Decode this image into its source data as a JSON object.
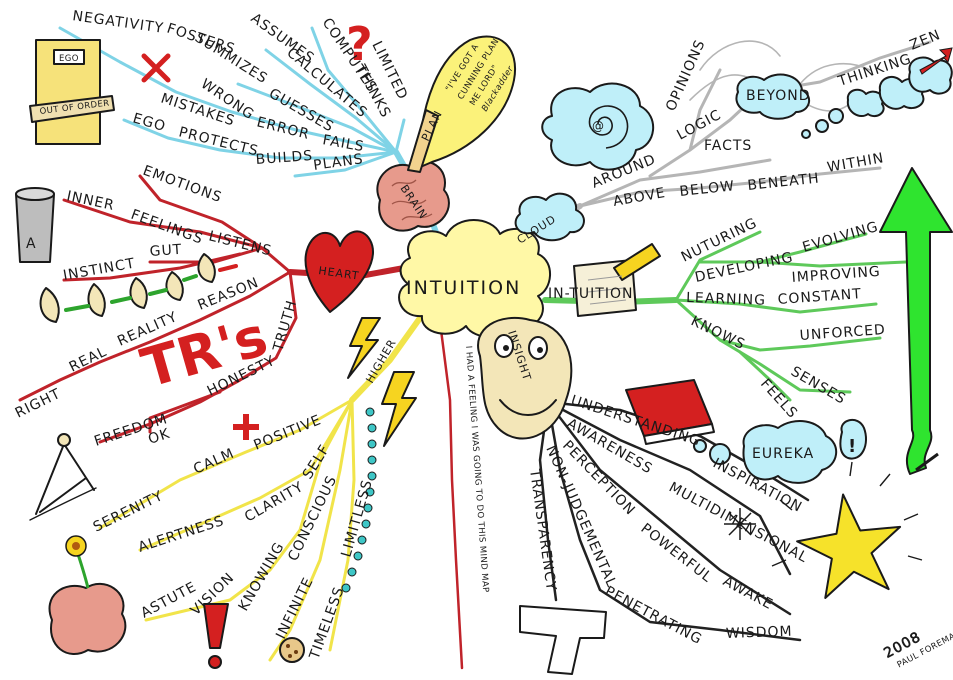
{
  "center": {
    "label": "INTUITION"
  },
  "colors": {
    "brain": "#7fd3e6",
    "heart": "#c0232a",
    "higher": "#f1e44a",
    "insight": "#222222",
    "in_tuition": "#5ec95a",
    "cloud": "#b5b5b5",
    "blob": "#fff8a6",
    "bubble": "#bfeff9"
  },
  "branches": {
    "brain": {
      "label": "BRAIN",
      "plan_label": "PLAN",
      "items": [
        "NEGATIVITY",
        "FOSTERS",
        "SUMMIZES",
        "ASSUMES",
        "CALCULATES",
        "COMPUTES",
        "THINKS",
        "LIMITED",
        "WRONG",
        "GUESSES",
        "MISTAKES",
        "ERROR",
        "FAILS",
        "EGO",
        "PROTECTS",
        "BUILDS",
        "PLANS"
      ]
    },
    "heart": {
      "label": "HEART",
      "items": [
        "EMOTIONS",
        "INNER",
        "FEELINGS",
        "LISTENS",
        "GUT",
        "INSTINCT",
        "REASON",
        "TRUTH",
        "REALITY",
        "REAL",
        "RIGHT",
        "HONESTY",
        "FREEDOM",
        "OK"
      ]
    },
    "higher": {
      "label": "HIGHER",
      "items": [
        "POSITIVE",
        "CALM",
        "SERENITY",
        "SELF",
        "CLARITY",
        "ALERTNESS",
        "CONSCIOUS",
        "KNOWING",
        "VISION",
        "ASTUTE",
        "LIMITLESS",
        "INFINITE",
        "TIMELESS"
      ]
    },
    "feeling_line": "I HAD A FEELING I WAS GOING TO DO THIS MIND MAP",
    "insight": {
      "label": "INSIGHT",
      "items": [
        "UNDERSTANDING",
        "INSPIRATION",
        "AWARENESS",
        "MULTIDIMENSIONAL",
        "PERCEPTION",
        "POWERFUL",
        "AWAKE",
        "NON-JUDGEMENTAL",
        "PENETRATING",
        "WISDOM",
        "TRANSPARENCY"
      ]
    },
    "in_tuition": {
      "label": "IN-TUITION",
      "items": [
        "NUTURING",
        "DEVELOPING",
        "EVOLVING",
        "IMPROVING",
        "LEARNING",
        "CONSTANT",
        "KNOWS",
        "UNFORCED",
        "SENSES",
        "FEELS"
      ]
    },
    "cloud": {
      "label": "CLOUD",
      "items": [
        "AROUND",
        "LOGIC",
        "OPINIONS",
        "BEYOND",
        "THINKING",
        "ZEN",
        "FACTS",
        "ABOVE",
        "BELOW",
        "BENEATH",
        "WITHIN"
      ]
    }
  },
  "decorations": {
    "door_sign": "EGO",
    "door_tape": "OUT OF ORDER",
    "quote": [
      "\"I'VE GOT A",
      "CUNNING PLAN",
      "ME LORD\""
    ],
    "quote_author": "Blackadder",
    "cup_letter": "A",
    "trs": "TR's",
    "eureka": "EUREKA",
    "signature_year": "2008",
    "signature_name": "PAUL FOREMAN"
  }
}
